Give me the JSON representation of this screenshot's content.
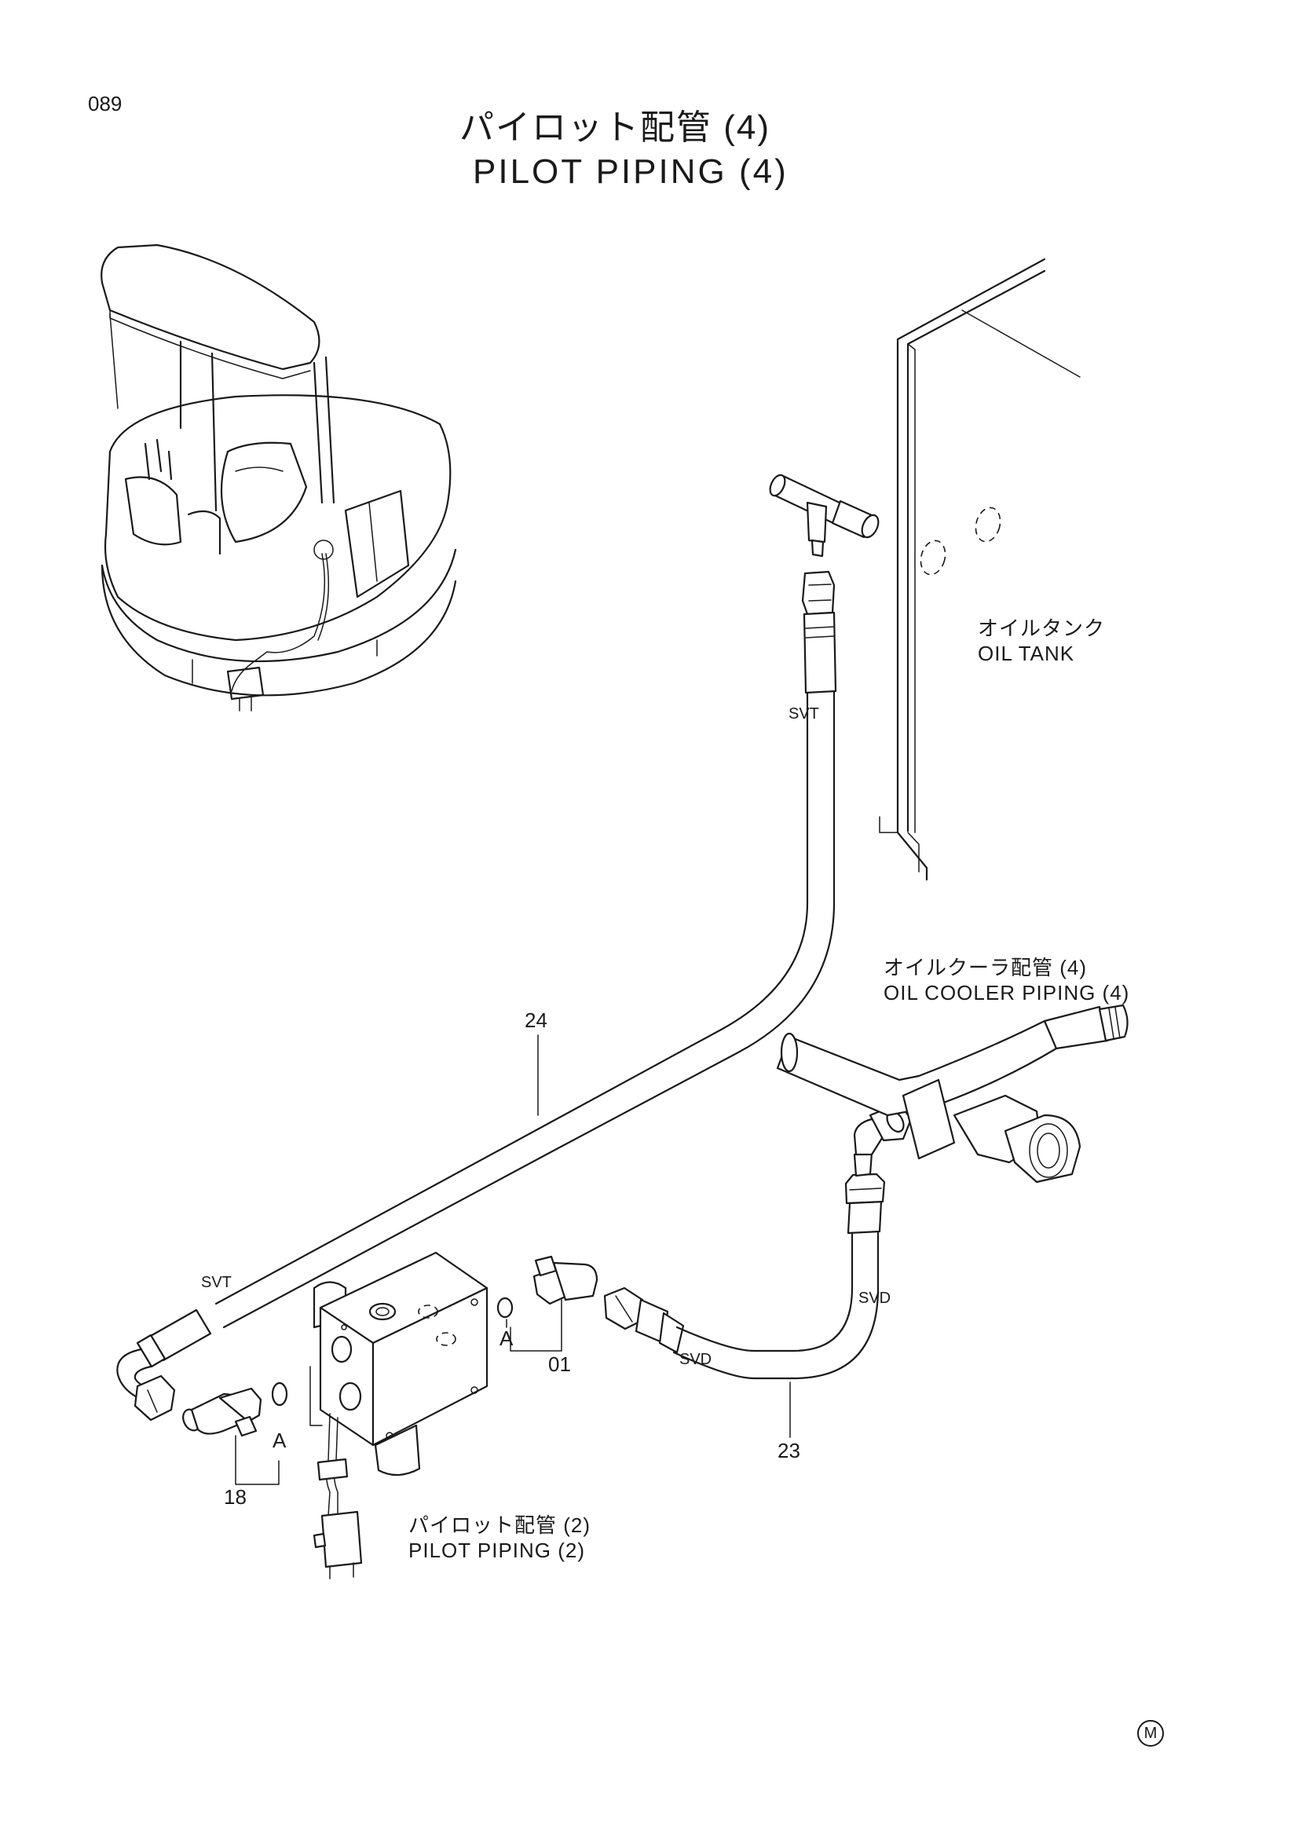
{
  "page": {
    "number": "089"
  },
  "title": {
    "jp": "パイロット配管 (4)",
    "en": "PILOT PIPING (4)"
  },
  "notes": {
    "oil_tank_jp": "オイルタンク",
    "oil_tank_en": "OIL TANK",
    "oil_cooler_jp": "オイルクーラ配管 (4)",
    "oil_cooler_en": "OIL COOLER PIPING (4)",
    "pilot2_jp": "パイロット配管 (2)",
    "pilot2_en": "PILOT PIPING (2)"
  },
  "hose_tags": {
    "svt_top": "SVT",
    "svt_left": "SVT",
    "svd_right": "SVD",
    "svd_left": "SVD"
  },
  "part_numbers": {
    "p24": "24",
    "p23": "23",
    "p01": "01",
    "p18": "18"
  },
  "section_marks": {
    "a_right": "A",
    "a_left": "A"
  },
  "corner_mark": "M"
}
